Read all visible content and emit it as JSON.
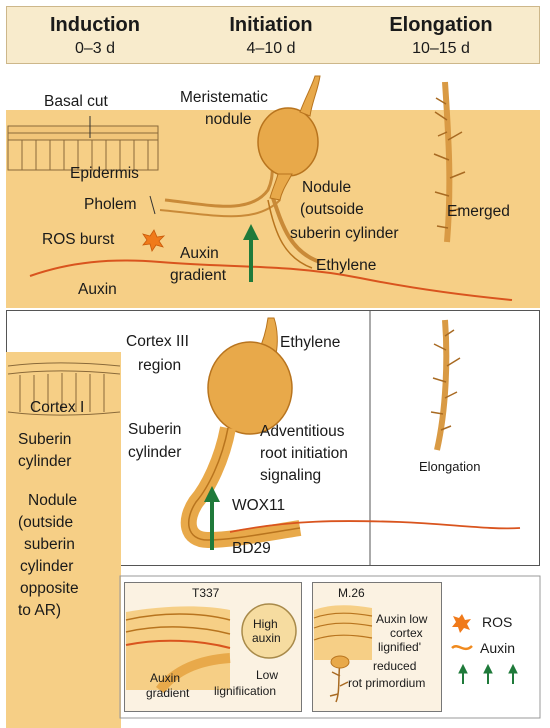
{
  "stages": [
    {
      "title": "Induction",
      "days": "0–3 d"
    },
    {
      "title": "Initiation",
      "days": "4–10 d"
    },
    {
      "title": "Elongation",
      "days": "10–15 d"
    }
  ],
  "top_panel": {
    "basal_cut": "Basal cut",
    "meristematic_nodule": [
      "Meristematic",
      "nodule"
    ],
    "epidermis": "Epidermis",
    "pholem": "Pholem",
    "nodule_outside": [
      "Nodule",
      "(outsoide",
      "suberin cylinder"
    ],
    "ros_burst": "ROS burst",
    "auxin_gradient": [
      "Auxin",
      "gradient"
    ],
    "ethylene": "Ethylene",
    "auxin": "Auxin",
    "emerged": "Emerged"
  },
  "middle_panel": {
    "cortex_iii_region": [
      "Cortex III",
      "region"
    ],
    "ethylene": "Ethylene",
    "cortex_i": "Cortex I",
    "suberin_cylinder_left": [
      "Suberin",
      "cylinder"
    ],
    "suberin_cylinder_mid": [
      "Suberin",
      "cylinder"
    ],
    "adventitious_signaling": [
      "Adventitious",
      "root initiation",
      "signaling"
    ],
    "wox11": "WOX11",
    "bd29": "BD29",
    "elongation": "Elongation",
    "nodule_outside_note": [
      "Nodule",
      "(outside",
      "suberin",
      "cylinder",
      "opposite",
      "to AR)"
    ]
  },
  "insets": {
    "t337": {
      "title": "T337",
      "high_auxin": [
        "High",
        "auxin"
      ],
      "auxin_gradient": [
        "Auxin",
        "gradient"
      ],
      "low_lignification": [
        "Low",
        "lignifiication"
      ]
    },
    "m26": {
      "title": "M.26",
      "note": [
        "Auxin low",
        "cortex",
        "lignified'",
        "reduced",
        "rot primordium"
      ]
    }
  },
  "legend": [
    {
      "symbol": "ros-star",
      "label": "ROS",
      "color": "#f28a1e"
    },
    {
      "symbol": "auxin-wave",
      "label": "Auxin",
      "color": "#f08a1e"
    },
    {
      "symbol": "green-arrows",
      "label": "",
      "color": "#1f7a3a"
    }
  ],
  "colors": {
    "tissue": "#f6cf86",
    "root": "#e8a94a",
    "root_dark": "#b8741e",
    "auxin_line": "#d9541e",
    "arrow": "#1f7a3a",
    "header_bg": "#f8ebcc"
  }
}
